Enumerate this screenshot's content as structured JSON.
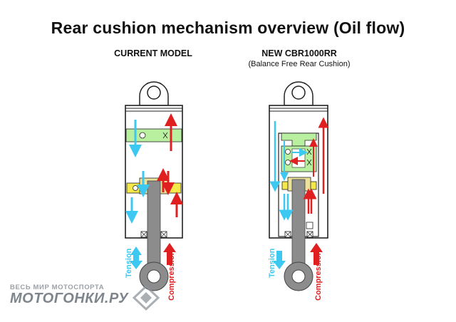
{
  "title": "Rear cushion mechanism overview (Oil flow)",
  "left_diagram": {
    "label": "CURRENT MODEL",
    "tension_label": "Tension",
    "compression_label": "Compression"
  },
  "right_diagram": {
    "label": "NEW CBR1000RR",
    "sublabel": "(Balance Free Rear Cushion)",
    "tension_label": "Tension",
    "compression_label": "Compression"
  },
  "watermark": {
    "line1": "ВЕСЬ МИР МОТОСПОРТА",
    "line2": "МОТОГОНКИ.РУ"
  },
  "colors": {
    "tension": "#3cc8f0",
    "compression": "#e02020",
    "valve": "#b8f0a0",
    "piston": "#f5e94a",
    "rod": "#8c8c8c",
    "outline": "#222222"
  }
}
